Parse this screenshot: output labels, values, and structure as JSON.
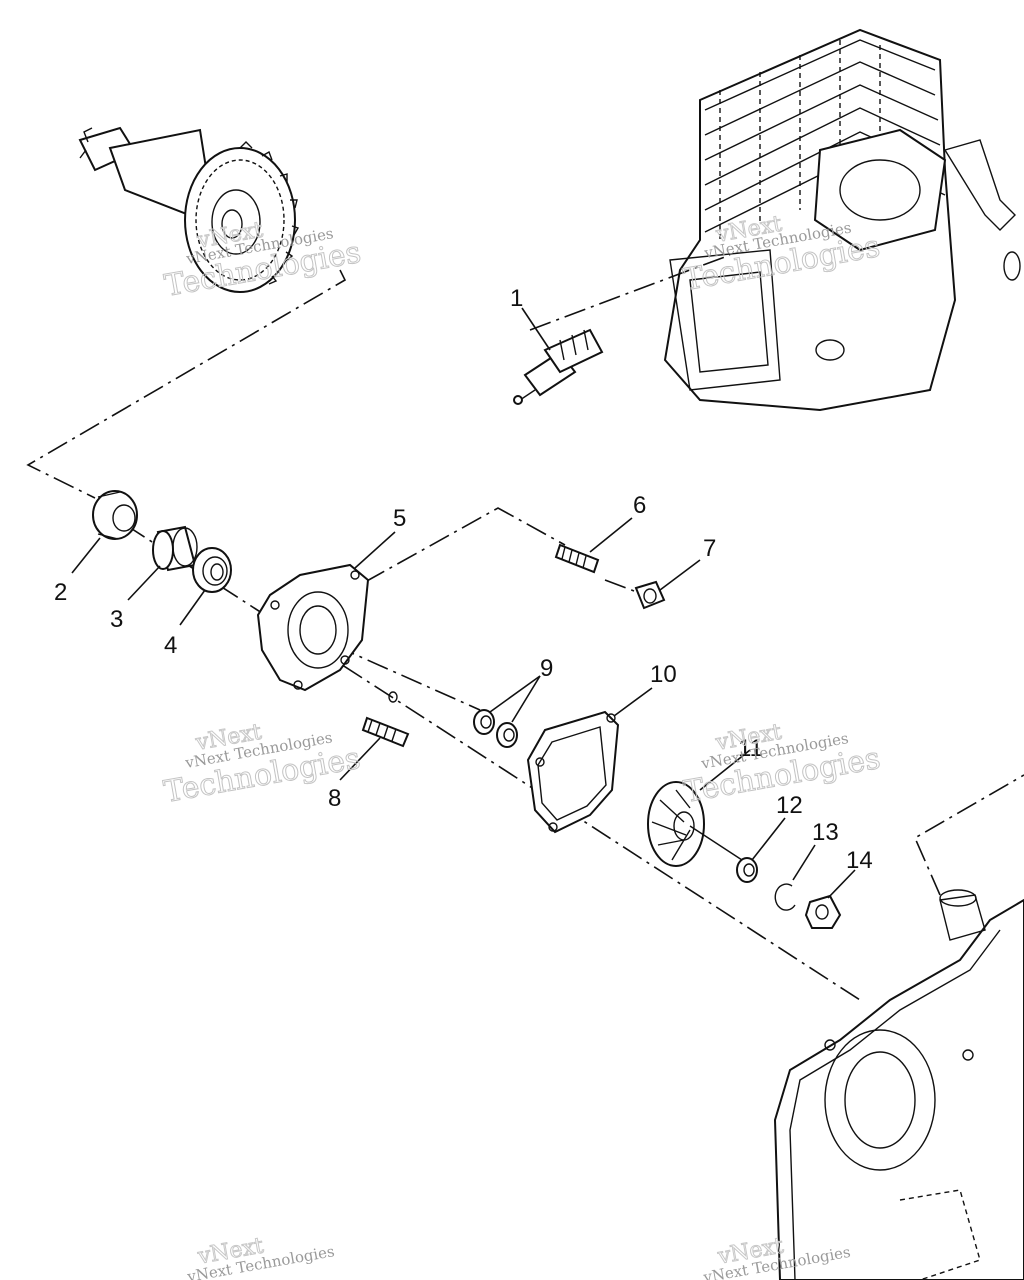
{
  "callouts": [
    "1",
    "2",
    "3",
    "4",
    "5",
    "6",
    "7",
    "8",
    "9",
    "10",
    "11",
    "12",
    "13",
    "14"
  ],
  "watermark": {
    "line1": "vNext Technologies",
    "line2": "Technologies",
    "line3": "vNext"
  }
}
